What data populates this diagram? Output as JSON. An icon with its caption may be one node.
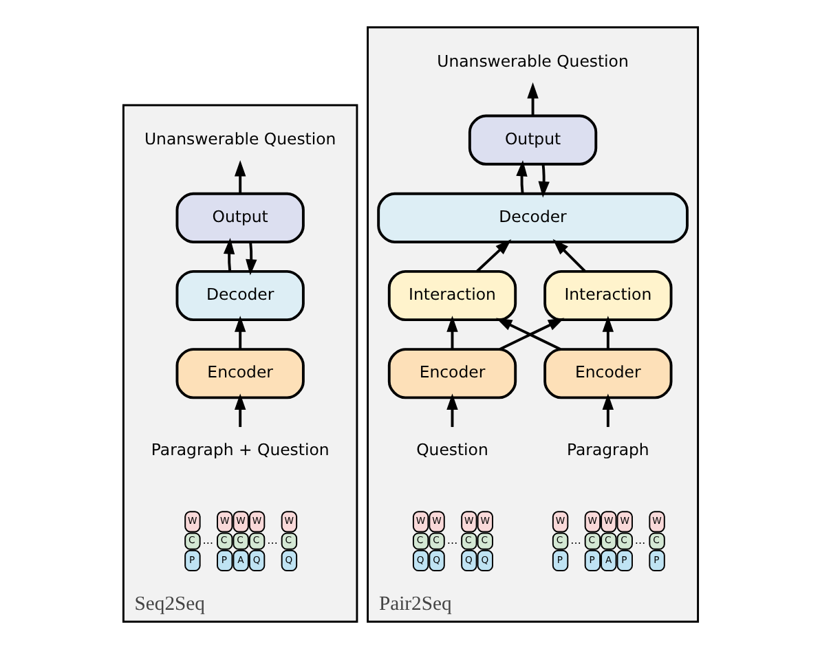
{
  "diagram": {
    "nodes": [
      {
        "text": [
          "Seq2Seq"
        ]
      },
      {
        "text": [
          "Unanswerable Question"
        ],
        "in": 0
      },
      {
        "text": [
          "Output"
        ],
        "in": 0
      },
      {
        "text": [
          "Decoder"
        ],
        "in": 0
      },
      {
        "text": [
          "Encoder"
        ],
        "in": 0
      },
      {
        "text": [
          "Paragraph + Question"
        ],
        "in": 0
      },
      {
        "text": [
          "Pair2Seq"
        ]
      },
      {
        "text": [
          "Unanswerable Question"
        ],
        "in": 6
      },
      {
        "text": [
          "Output"
        ],
        "in": 6
      },
      {
        "text": [
          "Decoder"
        ],
        "in": 6
      },
      {
        "text": [
          "Interaction"
        ],
        "in": 6
      },
      {
        "text": [
          "Interaction"
        ],
        "in": 6
      },
      {
        "text": [
          "Encoder"
        ],
        "in": 6
      },
      {
        "text": [
          "Encoder"
        ],
        "in": 6
      },
      {
        "text": [
          "Paragraph"
        ],
        "in": 6
      },
      {
        "text": [
          "Question"
        ],
        "in": 6
      }
    ],
    "edges": [
      {
        "from": 2,
        "to": 1,
        "arrow": "to"
      },
      {
        "from": 3,
        "to": 2,
        "arrow": "to"
      },
      {
        "from": 2,
        "to": 3,
        "arrow": "to"
      },
      {
        "from": 4,
        "to": 3,
        "arrow": "to"
      },
      {
        "from": 5,
        "to": 4,
        "arrow": "to"
      },
      {
        "from": 8,
        "to": 7,
        "arrow": "to"
      },
      {
        "from": 9,
        "to": 8,
        "arrow": "to"
      },
      {
        "from": 8,
        "to": 9,
        "arrow": "to"
      },
      {
        "from": 10,
        "to": 9,
        "arrow": "to"
      },
      {
        "from": 11,
        "to": 9,
        "arrow": "to"
      },
      {
        "from": 12,
        "to": 10,
        "arrow": "to"
      },
      {
        "from": 12,
        "to": 11,
        "arrow": "to"
      },
      {
        "from": 13,
        "to": 11,
        "arrow": "to"
      },
      {
        "from": 13,
        "to": 10,
        "arrow": "to"
      },
      {
        "from": 14,
        "to": 12,
        "arrow": "to"
      },
      {
        "from": 15,
        "to": 13,
        "arrow": "to"
      }
    ],
    "labels": [
      "W",
      "W",
      "W",
      "W",
      "W",
      "C",
      "…",
      "C",
      "C",
      "C",
      "…",
      "C",
      "P",
      "P",
      "A",
      "Q",
      "Q",
      "W",
      "W",
      "W",
      "W",
      "W",
      "C",
      "…",
      "C",
      "C",
      "C",
      "…",
      "C",
      "P",
      "P",
      "A",
      "P",
      "P",
      "W",
      "W",
      "W",
      "W",
      "C",
      "C",
      "…",
      "C",
      "C",
      "Q",
      "Q",
      "Q",
      "Q"
    ]
  }
}
